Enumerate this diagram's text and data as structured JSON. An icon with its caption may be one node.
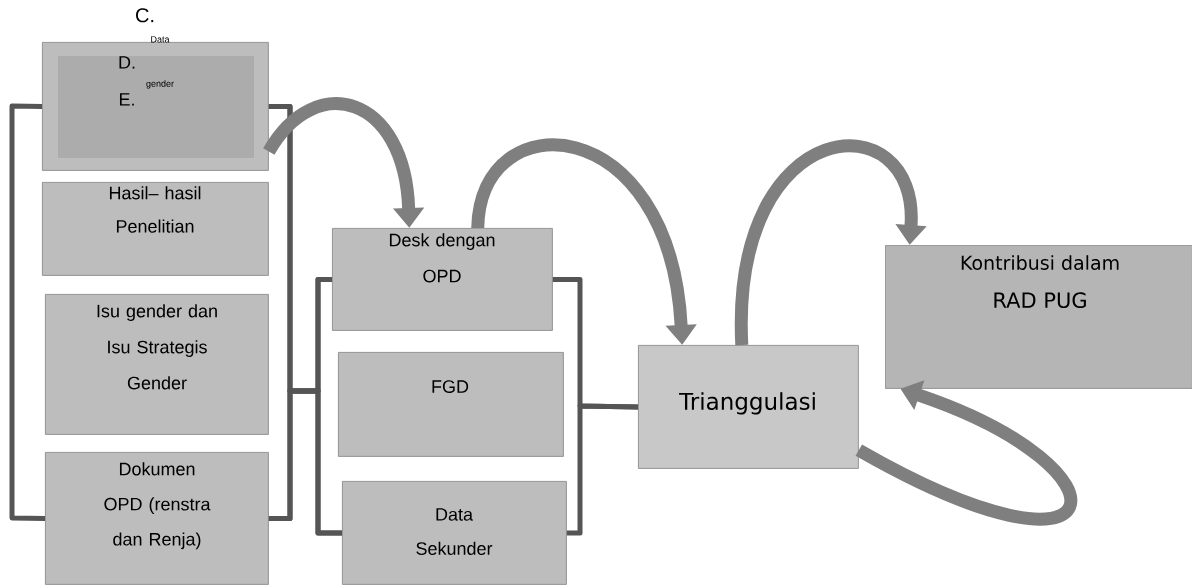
{
  "diagram": {
    "nodes": [
      {
        "text": [
          "C.",
          "Data",
          "D.",
          "gender",
          "E."
        ]
      },
      {
        "text": [
          "Hasil– hasil Penelitian"
        ]
      },
      {
        "text": [
          "Isu gender dan Isu Strategis Gender"
        ]
      },
      {
        "text": [
          "Dokumen OPD (renstra dan Renja)"
        ]
      },
      {
        "text": [
          "Desk dengan OPD"
        ]
      },
      {
        "text": [
          "FGD"
        ]
      },
      {
        "text": [
          "Data Sekunder"
        ]
      },
      {
        "text": [
          "Trianggulasi"
        ]
      },
      {
        "text": [
          "Kontribusi dalam",
          "RAD PUG"
        ]
      }
    ],
    "edges": [
      {
        "from": 0,
        "to": 3,
        "arrow": "none"
      },
      {
        "from": 0,
        "to": 4,
        "arrow": "none"
      },
      {
        "from": 0,
        "to": 6,
        "arrow": "none"
      },
      {
        "from": 3,
        "to": 4,
        "arrow": "none"
      },
      {
        "from": 3,
        "to": 6,
        "arrow": "none"
      },
      {
        "from": 4,
        "to": 7,
        "arrow": "none"
      },
      {
        "from": 6,
        "to": 7,
        "arrow": "none"
      },
      {
        "from": 0,
        "to": 4,
        "arrow": "to",
        "style": "thick",
        "color": "#7f7f7f"
      },
      {
        "from": 4,
        "to": 7,
        "arrow": "to",
        "style": "thick",
        "color": "#7f7f7f"
      },
      {
        "from": 7,
        "to": 8,
        "arrow": "to",
        "style": "thick",
        "color": "#7f7f7f"
      },
      {
        "from": 7,
        "to": 8,
        "arrow": "to",
        "style": "thick",
        "color": "#7f7f7f"
      }
    ]
  }
}
